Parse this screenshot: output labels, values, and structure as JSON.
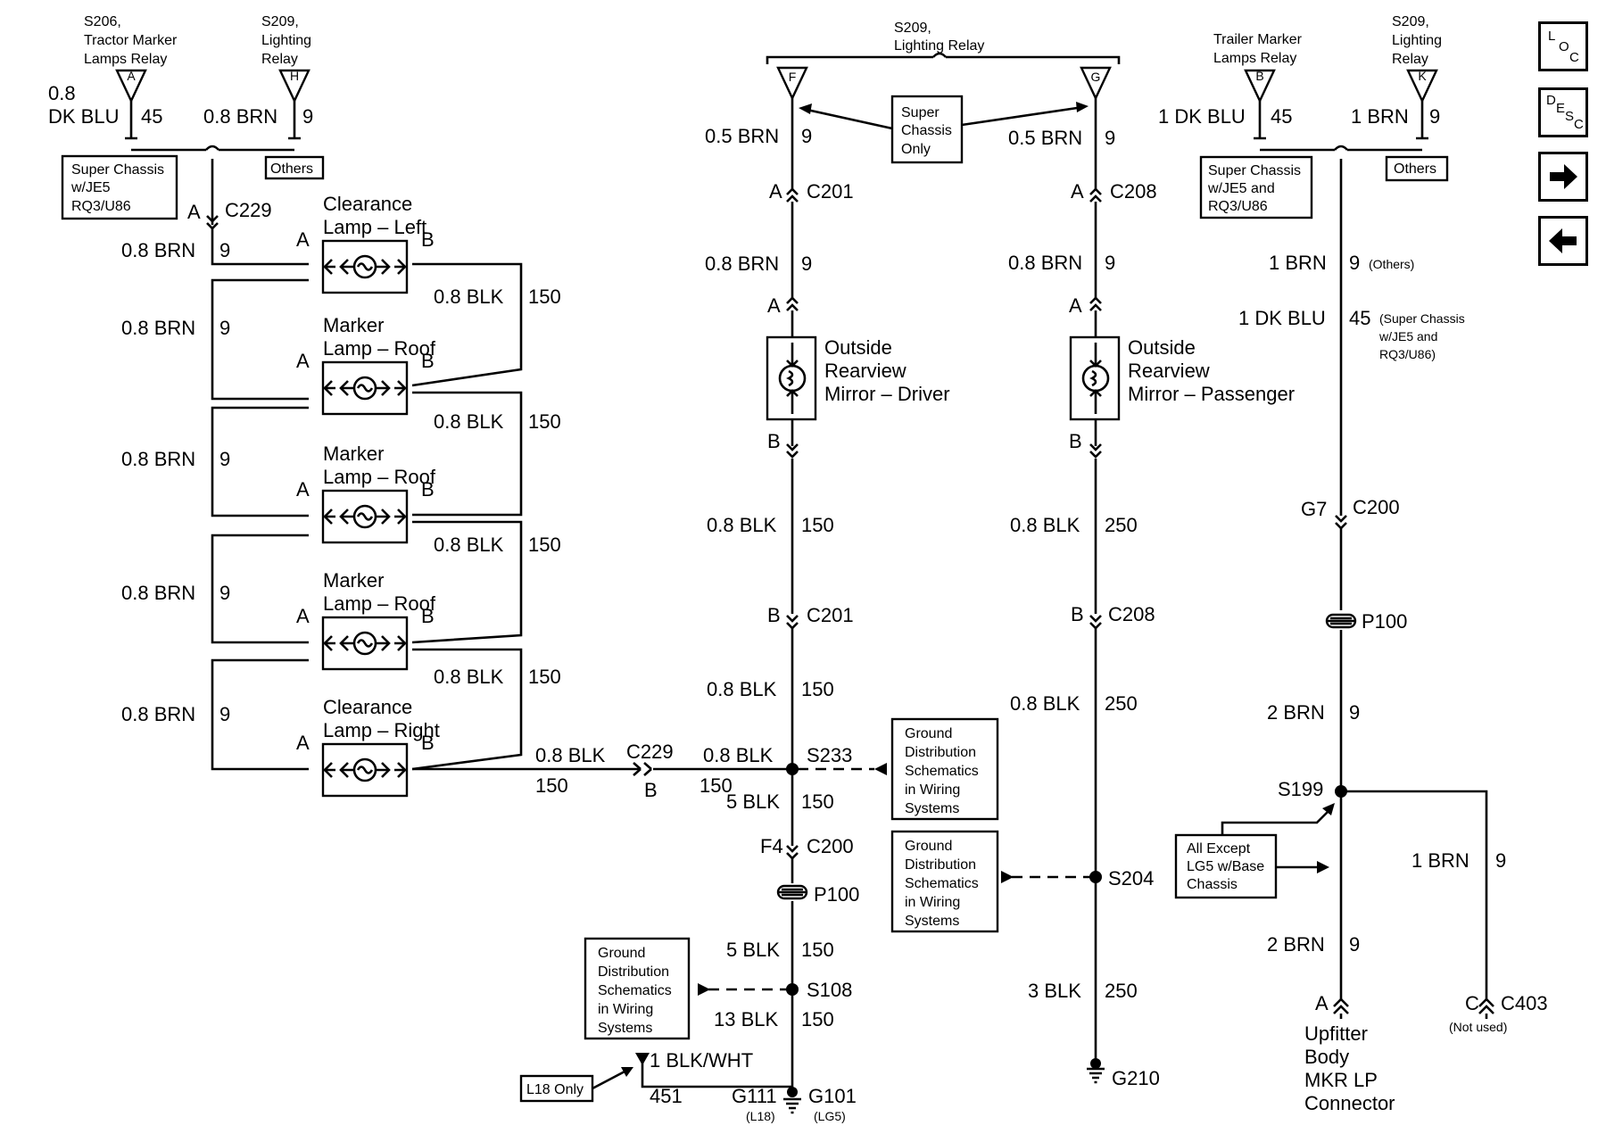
{
  "nav": {
    "loc": {
      "l": "L",
      "o": "O",
      "c": "C"
    },
    "desc": {
      "d": "D",
      "e": "E",
      "s": "S",
      "c": "C"
    },
    "next_icon": "arrow-right",
    "prev_icon": "arrow-left"
  },
  "left": {
    "s206": {
      "l1": "S206,",
      "l2": "Tractor Marker",
      "l3": "Lamps Relay",
      "pin": "A"
    },
    "s209": {
      "l1": "S209,",
      "l2": "Lighting",
      "l3": "Relay",
      "pin": "H"
    },
    "w1": {
      "l1": "0.8",
      "l2": "DK BLU",
      "cir": "45"
    },
    "w2": {
      "color": "0.8 BRN",
      "cir": "9"
    },
    "opt": {
      "l1": "Super Chassis",
      "l2": "w/JE5",
      "l3": "RQ3/U86"
    },
    "others": "Others",
    "c229_top": {
      "pin": "A",
      "name": "C229"
    },
    "lamps": [
      {
        "l1": "Clearance",
        "l2": "Lamp – Left",
        "pa": "A",
        "pb": "B"
      },
      {
        "l1": "Marker",
        "l2": "Lamp – Roof",
        "pa": "A",
        "pb": "B"
      },
      {
        "l1": "Marker",
        "l2": "Lamp – Roof",
        "pa": "A",
        "pb": "B"
      },
      {
        "l1": "Marker",
        "l2": "Lamp – Roof",
        "pa": "A",
        "pb": "B"
      },
      {
        "l1": "Clearance",
        "l2": "Lamp – Right",
        "pa": "A",
        "pb": "B"
      }
    ],
    "brn": [
      {
        "color": "0.8 BRN",
        "cir": "9"
      },
      {
        "color": "0.8 BRN",
        "cir": "9"
      },
      {
        "color": "0.8 BRN",
        "cir": "9"
      },
      {
        "color": "0.8 BRN",
        "cir": "9"
      },
      {
        "color": "0.8 BRN",
        "cir": "9"
      }
    ],
    "blk": [
      {
        "color": "0.8 BLK",
        "cir": "150"
      },
      {
        "color": "0.8 BLK",
        "cir": "150"
      },
      {
        "color": "0.8 BLK",
        "cir": "150"
      },
      {
        "color": "0.8 BLK",
        "cir": "150"
      }
    ],
    "bottom": {
      "color": "0.8 BLK",
      "cir": "150",
      "conn": "C229",
      "pin": "B"
    }
  },
  "mid": {
    "s209": {
      "l1": "S209,",
      "l2": "Lighting Relay",
      "pin_f": "F",
      "pin_g": "G"
    },
    "super_only": {
      "l1": "Super",
      "l2": "Chassis",
      "l3": "Only"
    },
    "driver": {
      "w1": {
        "color": "0.5 BRN",
        "cir": "9"
      },
      "c201_top": {
        "pin": "A",
        "name": "C201"
      },
      "w2": {
        "color": "0.8 BRN",
        "cir": "9"
      },
      "pin_a": "A",
      "name": {
        "l1": "Outside",
        "l2": "Rearview",
        "l3": "Mirror – Driver"
      },
      "pin_b": "B",
      "w3": {
        "color": "0.8 BLK",
        "cir": "150"
      },
      "c201_bot": {
        "pin": "B",
        "name": "C201"
      },
      "w4": {
        "color": "0.8 BLK",
        "cir": "150"
      },
      "s233": "S233",
      "w_left": {
        "color": "0.8 BLK",
        "cir": "150"
      },
      "w5": {
        "color": "5 BLK",
        "cir": "150"
      },
      "c200": {
        "pin": "F4",
        "name": "C200"
      },
      "p100": "P100",
      "w6": {
        "color": "5 BLK",
        "cir": "150"
      },
      "s108": "S108",
      "w7": {
        "color": "13 BLK",
        "cir": "150"
      },
      "blkwht": {
        "color": "1 BLK/WHT",
        "cir": "451"
      },
      "l18": "L18 Only",
      "g111": {
        "name": "G111",
        "sub": "(L18)"
      },
      "g101": {
        "name": "G101",
        "sub": "(LG5)"
      }
    },
    "pass": {
      "w1": {
        "color": "0.5 BRN",
        "cir": "9"
      },
      "c208_top": {
        "pin": "A",
        "name": "C208"
      },
      "w2": {
        "color": "0.8 BRN",
        "cir": "9"
      },
      "pin_a": "A",
      "name": {
        "l1": "Outside",
        "l2": "Rearview",
        "l3": "Mirror – Passenger"
      },
      "pin_b": "B",
      "w3": {
        "color": "0.8 BLK",
        "cir": "250"
      },
      "c208_bot": {
        "pin": "B",
        "name": "C208"
      },
      "w4": {
        "color": "0.8 BLK",
        "cir": "250"
      },
      "s204": "S204",
      "w5": {
        "color": "3 BLK",
        "cir": "250"
      },
      "g210": "G210"
    },
    "gds": {
      "l1": "Ground",
      "l2": "Distribution",
      "l3": "Schematics",
      "l4": "in Wiring",
      "l5": "Systems"
    }
  },
  "right": {
    "trailer": {
      "l1": "Trailer Marker",
      "l2": "Lamps Relay",
      "pin": "B"
    },
    "s209": {
      "l1": "S209,",
      "l2": "Lighting",
      "l3": "Relay",
      "pin": "K"
    },
    "w1": {
      "color": "1 DK BLU",
      "cir": "45"
    },
    "w2": {
      "color": "1 BRN",
      "cir": "9"
    },
    "opt": {
      "l1": "Super Chassis",
      "l2": "w/JE5 and",
      "l3": "RQ3/U86"
    },
    "others": "Others",
    "w3": {
      "color": "1 BRN",
      "cir": "9",
      "note": "(Others)"
    },
    "w4": {
      "color": "1 DK BLU",
      "cir": "45",
      "n1": "(Super Chassis",
      "n2": "w/JE5 and",
      "n3": "RQ3/U86)"
    },
    "c200": {
      "pin": "G7",
      "name": "C200"
    },
    "p100": "P100",
    "w5": {
      "color": "2 BRN",
      "cir": "9"
    },
    "s199": "S199",
    "except": {
      "l1": "All Except",
      "l2": "LG5 w/Base",
      "l3": "Chassis"
    },
    "w6": {
      "color": "1 BRN",
      "cir": "9"
    },
    "w7": {
      "color": "2 BRN",
      "cir": "9"
    },
    "conn_a": {
      "pin": "A",
      "l1": "Upfitter",
      "l2": "Body",
      "l3": "MKR LP",
      "l4": "Connector"
    },
    "conn_c": {
      "pin": "C",
      "name": "C403",
      "note": "(Not used)"
    }
  }
}
